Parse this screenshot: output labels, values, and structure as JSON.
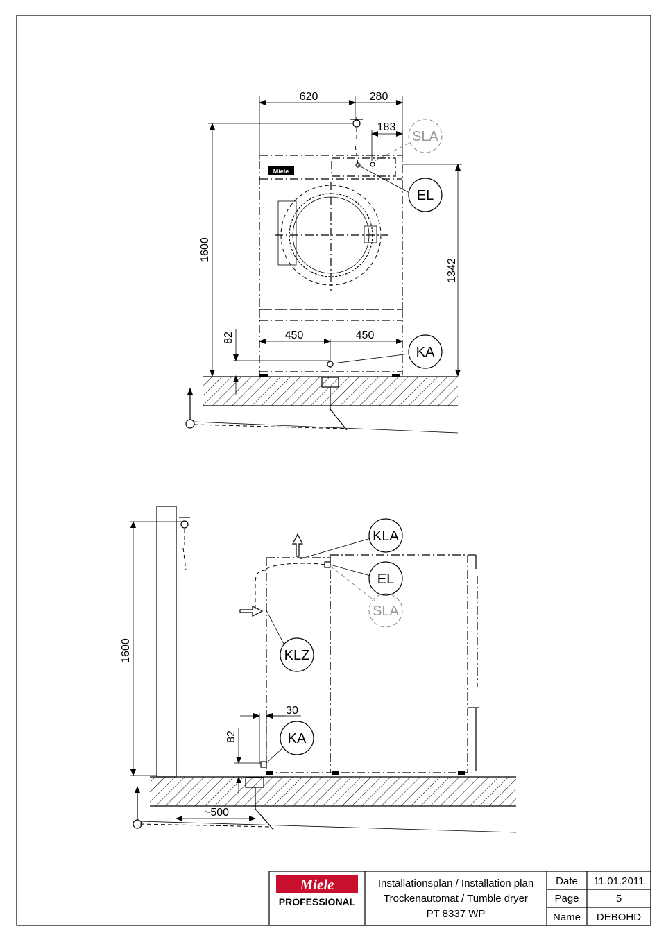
{
  "front_view": {
    "dim_width": "620",
    "dim_side": "280",
    "dim_183": "183",
    "dim_height": "1600",
    "dim_1342": "1342",
    "dim_82": "82",
    "dim_450_left": "450",
    "dim_450_right": "450",
    "label_sla": "SLA",
    "label_el": "EL",
    "label_ka": "KA",
    "brand_badge": "Miele"
  },
  "side_view": {
    "dim_height": "1600",
    "dim_82": "82",
    "dim_30": "30",
    "dim_500": "~500",
    "label_kla": "KLA",
    "label_el": "EL",
    "label_sla": "SLA",
    "label_klz": "KLZ",
    "label_ka": "KA"
  },
  "title_block": {
    "logo_text": "Miele",
    "logo_sub": "PROFESSIONAL",
    "logo_color": "#c8102e",
    "title_line1": "Installationsplan / Installation plan",
    "title_line2": "Trockenautomat / Tumble dryer",
    "title_line3": "PT 8337 WP",
    "date_label": "Date",
    "date_value": "11.01.2011",
    "page_label": "Page",
    "page_value": "5",
    "name_label": "Name",
    "name_value": "DEBOHD"
  }
}
